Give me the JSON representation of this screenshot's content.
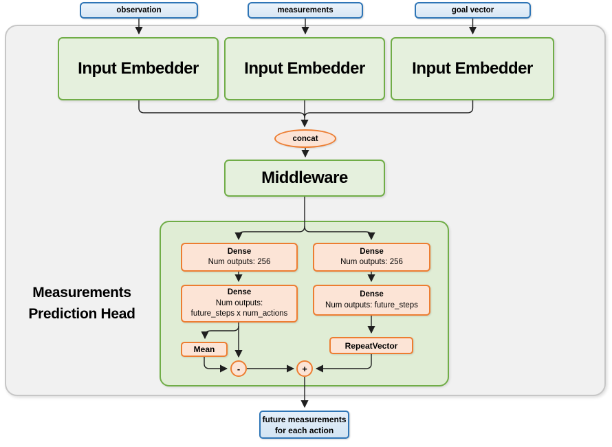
{
  "colors": {
    "blue_border": "#2E75B6",
    "blue_fill": "#DEEBF7",
    "green_border": "#70AD47",
    "green_fill": "#E5F0DD",
    "head_panel_fill": "#E0EDD5",
    "orange_border": "#ED7D31",
    "orange_fill": "#FCE4D6",
    "panel_gray_fill": "#F1F1F1",
    "panel_gray_border": "#C6C6C6",
    "connector": "#1F1F1F"
  },
  "inputs": [
    {
      "label": "observation"
    },
    {
      "label": "measurements"
    },
    {
      "label": "goal vector"
    }
  ],
  "embedders": [
    {
      "label": "Input Embedder"
    },
    {
      "label": "Input Embedder"
    },
    {
      "label": "Input Embedder"
    }
  ],
  "concat": {
    "label": "concat"
  },
  "middleware": {
    "label": "Middleware"
  },
  "head": {
    "title_line1": "Measurements",
    "title_line2": "Prediction Head",
    "left": {
      "dense1": {
        "title": "Dense",
        "line2": "Num outputs: 256"
      },
      "dense2": {
        "title": "Dense",
        "line2": "Num outputs:",
        "line3": "future_steps x num_actions"
      },
      "mean": {
        "label": "Mean"
      },
      "minus": {
        "label": "-"
      }
    },
    "right": {
      "dense1": {
        "title": "Dense",
        "line2": "Num outputs: 256"
      },
      "dense2": {
        "title": "Dense",
        "line2": "Num outputs: future_steps"
      },
      "repeat": {
        "label": "RepeatVector"
      },
      "plus": {
        "label": "+"
      }
    }
  },
  "output": {
    "line1": "future measurements",
    "line2": "for each action"
  }
}
